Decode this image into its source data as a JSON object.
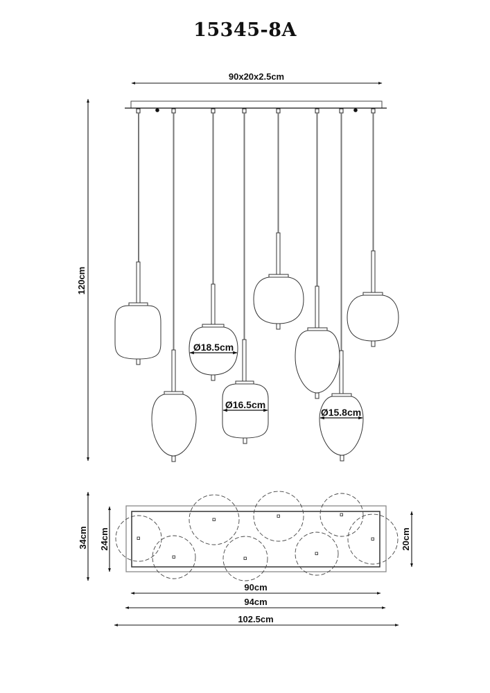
{
  "title": "15345-8A",
  "front_view": {
    "canopy_dimension": "90x20x2.5cm",
    "height_dimension": "120cm",
    "shade_diameters": [
      {
        "label": "Ø18.5cm",
        "shape": "round"
      },
      {
        "label": "Ø16.5cm",
        "shape": "cylindrical"
      },
      {
        "label": "Ø15.8cm",
        "shape": "oval"
      }
    ],
    "pendant_count": 8
  },
  "top_view": {
    "depth_outer": "34cm",
    "depth_inner": "24cm",
    "depth_canopy": "20cm",
    "width_canopy": "90cm",
    "width_mid": "94cm",
    "width_overall": "102.5cm"
  },
  "colors": {
    "line": "#222222",
    "light_line": "#555555",
    "background": "#ffffff"
  }
}
